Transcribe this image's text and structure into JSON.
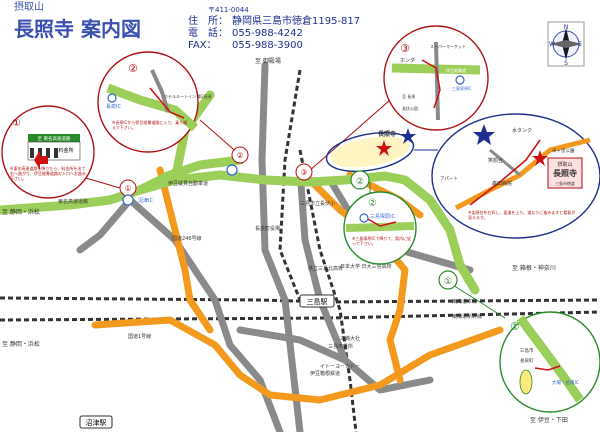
{
  "header": {
    "mountain_name": "摂取山",
    "title": "長照寺 案内図",
    "postal": "〒411-0044",
    "address_label": "住　所：",
    "address": "静岡県三島市徳倉1195-817",
    "tel_label": "電　話：",
    "tel": "055-988-4242",
    "fax_label": "FAX：",
    "fax": "055-988-3900"
  },
  "compass": {
    "n": "N",
    "s": "S",
    "e": "E",
    "w": "W"
  },
  "callouts": {
    "c1": {
      "num": "①",
      "sign_line1": "至 東名高速道路",
      "sign_line2": "料金所",
      "note": "※東名高速道路を降りたら、料金所を出て右へ曲がり、伊豆縦貫道路の入口へお進み下さい。",
      "ic_label": "沼津IC"
    },
    "c2": {
      "num": "②",
      "ic_label": "長泉IC",
      "route_label": "ホテルルートイン 第2長泉",
      "note": "※長泉ICから伊豆縦貫道路に入り、乗り越えて下さい。"
    },
    "c3": {
      "num": "③",
      "labels": [
        "スーパーマーケット",
        "ホンダ",
        "伊豆縦貫道",
        "三島塚原IC",
        "至 長泉",
        "長伏公園"
      ]
    },
    "c2b": {
      "num": "②",
      "ic_label": "三島塚原IC",
      "note": "※三島塚原ICで降りて、案内に従って下さい。"
    },
    "c_temple": {
      "temple_label": "長照寺",
      "water_tank": "水タンク",
      "park": "笑顔台",
      "moriko": "森田病院",
      "apartment": "アパート",
      "sign_line1": "摂取山",
      "sign_line2": "長照寺",
      "sign_line3": "三島市徳倉",
      "note": "※笑顔台を右折し、坂道を上り、道なりに進みますと看板が見えます。",
      "park_label": "米ヶ窪公園"
    },
    "c1b": {
      "num": "①",
      "labels": [
        "三島市",
        "長泉町"
      ],
      "ic_label": "大場・函南IC"
    }
  },
  "map": {
    "labels": [
      "至 御殿場",
      "至 静岡・浜松",
      "東名高速道路",
      "伊豆縦貫自動車道",
      "国道1号線",
      "国道246号線",
      "三島駅",
      "沼津駅",
      "至 箱根・神奈川",
      "至 伊豆・下田",
      "日本大学 日大三島高校",
      "三島市立長伏小",
      "県立三島北高校",
      "三嶋大社",
      "東海道本線",
      "東海道新幹線",
      "伊豆箱根鉄道",
      "イトーヨーカドー",
      "三島市役所",
      "長泉町役場",
      "至 静岡・浜松"
    ]
  }
}
